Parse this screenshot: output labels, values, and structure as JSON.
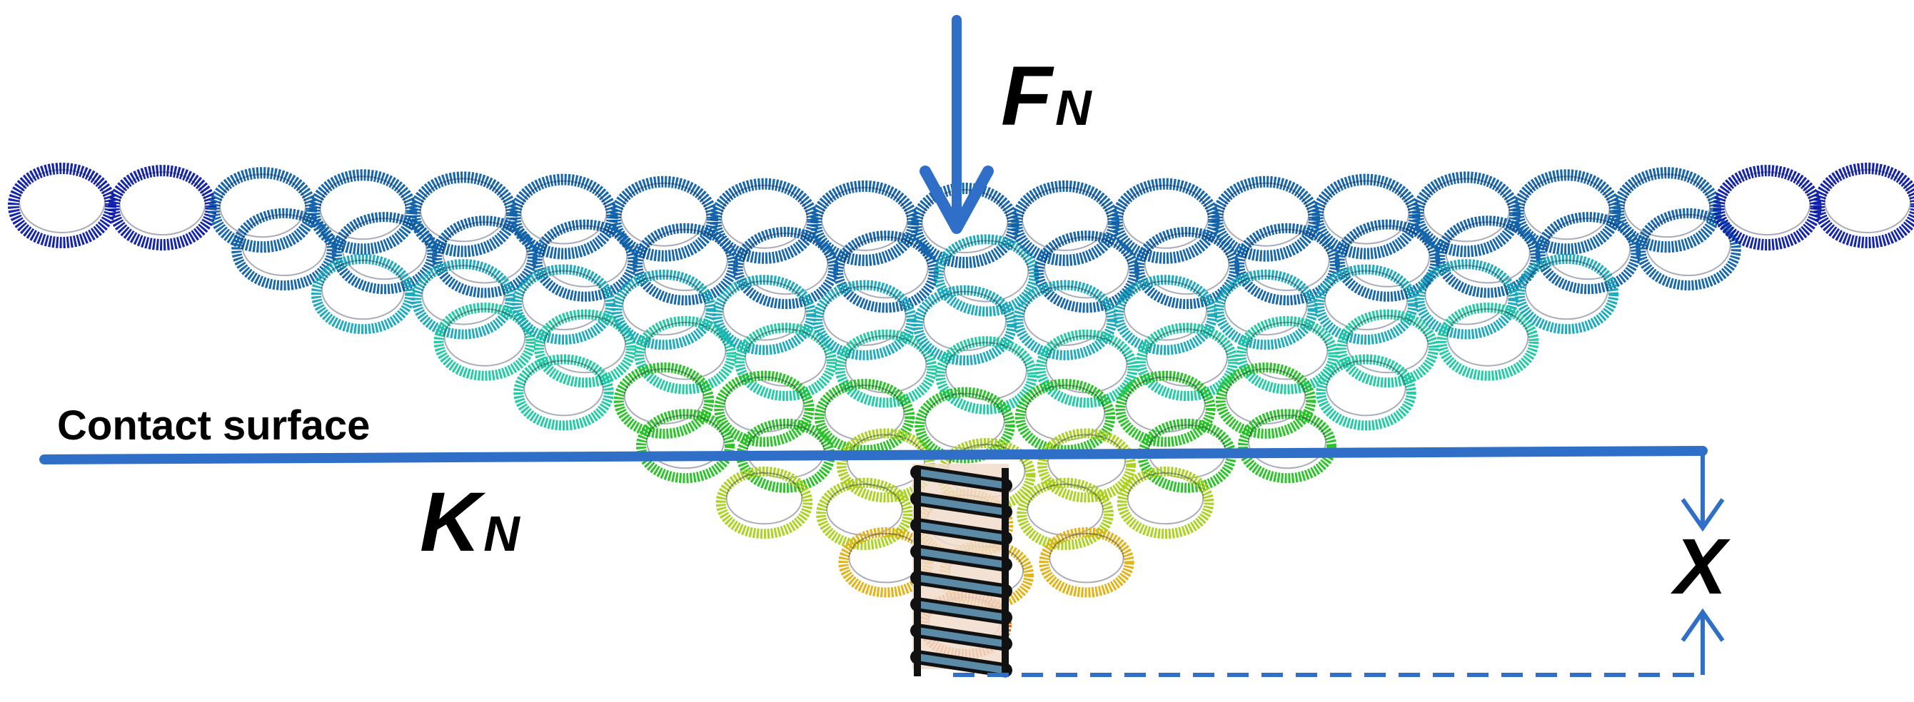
{
  "labels": {
    "force_symbol": "F",
    "force_subscript": "N",
    "stiffness_symbol": "K",
    "stiffness_subscript": "N",
    "contact_surface": "Contact surface",
    "displacement_symbol": "X"
  },
  "colors": {
    "annotation_blue": "#2f6fc8",
    "spring_fill": "#5a8aa6",
    "spring_outline": "#111111",
    "mesh_colormap": [
      "#0a1aa8",
      "#0d5fa8",
      "#14a8b8",
      "#18c8a0",
      "#22c020",
      "#a8d018",
      "#e0b010",
      "#e06010",
      "#d81010"
    ]
  },
  "icons": {
    "force_arrow": "down-arrow-icon",
    "displacement_arrows": "dimension-arrows-icon",
    "spring": "coil-spring-icon"
  }
}
